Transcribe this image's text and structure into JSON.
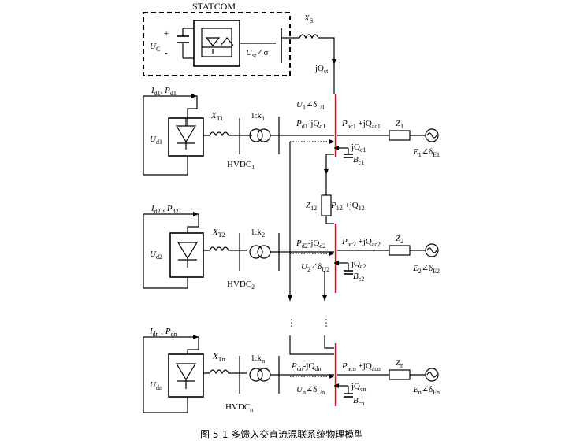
{
  "title": "STATCOM",
  "caption": "图 5-1  多馈入交直流混联系统物理模型",
  "labels": {
    "uc_u": "U",
    "uc_sub": "C",
    "plus": "+",
    "minus": "-",
    "ust": "U",
    "ust_sub": "st",
    "ust_angle": "∠σ",
    "xs": "X",
    "xs_sub": "S",
    "jqst": "jQ",
    "jqst_sub": "st",
    "dots": "⋮"
  },
  "units": [
    {
      "id": "1",
      "current": "I",
      "current_sub": "d1",
      "sep": ", ",
      "power": "P",
      "power_sub": "d1",
      "udc": "U",
      "udc_sub": "d1",
      "xt": "X",
      "xt_sub": "T1",
      "ratio": "1:k",
      "ratio_sub": "1",
      "hvdc": "HVDC",
      "hvdc_sub": "1",
      "pdq": "P",
      "pdq_sub1": "d1",
      "pdq_mid": "-jQ",
      "pdq_sub2": "d1",
      "bus_u": "U",
      "bus_u_sub": "1",
      "bus_angle": "∠δ",
      "bus_angle_sub": "U1",
      "pac": "P",
      "pac_sub1": "ac1",
      "pac_mid": " +jQ",
      "pac_sub2": "ac1",
      "z": "Z",
      "z_sub": "1",
      "jqc": "jQ",
      "jqc_sub": "c1",
      "bc": "B",
      "bc_sub": "c1",
      "e": "E",
      "e_sub": "1",
      "e_angle": "∠δ",
      "e_angle_sub": "E1"
    },
    {
      "id": "2",
      "current": "I",
      "current_sub": "d2",
      "sep": " , ",
      "power": "P",
      "power_sub": "d2",
      "udc": "U",
      "udc_sub": "d2",
      "xt": "X",
      "xt_sub": "T2",
      "ratio": "1:k",
      "ratio_sub": "2",
      "hvdc": "HVDC",
      "hvdc_sub": "2",
      "pdq": "P",
      "pdq_sub1": "d2",
      "pdq_mid": "-jQ",
      "pdq_sub2": "d2",
      "bus_u": "U",
      "bus_u_sub": "2",
      "bus_angle": "∠δ",
      "bus_angle_sub": "U2",
      "pac": "P",
      "pac_sub1": "ac2",
      "pac_mid": " +jQ",
      "pac_sub2": "ac2",
      "z": "Z",
      "z_sub": "2",
      "jqc": "jQ",
      "jqc_sub": "c2",
      "bc": "B",
      "bc_sub": "c2",
      "e": "E",
      "e_sub": "2",
      "e_angle": "∠δ",
      "e_angle_sub": "E2"
    },
    {
      "id": "n",
      "current": "I",
      "current_sub": "dn",
      "sep": " , ",
      "power": "P",
      "power_sub": "dn",
      "udc": "U",
      "udc_sub": "dn",
      "xt": "X",
      "xt_sub": "Tn",
      "ratio": "1:k",
      "ratio_sub": "n",
      "hvdc": "HVDC",
      "hvdc_sub": "n",
      "pdq": "P",
      "pdq_sub1": "dn",
      "pdq_mid": "-jQ",
      "pdq_sub2": "dn",
      "bus_u": "U",
      "bus_u_sub": "n",
      "bus_angle": "∠δ",
      "bus_angle_sub": "Un",
      "pac": "P",
      "pac_sub1": "acn",
      "pac_mid": " +jQ",
      "pac_sub2": "acn",
      "z": "Z",
      "z_sub": "n",
      "jqc": "jQ",
      "jqc_sub": "cn",
      "bc": "B",
      "bc_sub": "cn",
      "e": "E",
      "e_sub": "n",
      "e_angle": "∠δ",
      "e_angle_sub": "En"
    }
  ],
  "tie": {
    "z": "Z",
    "z_sub": "12",
    "pq": "P",
    "pq_sub1": "12",
    "pq_mid": " +jQ",
    "pq_sub2": "12"
  }
}
